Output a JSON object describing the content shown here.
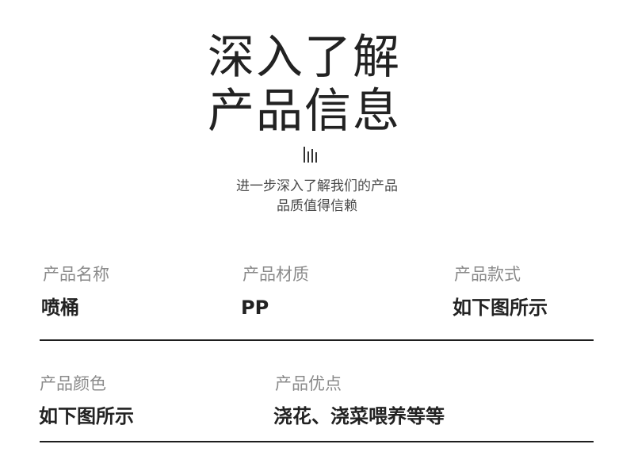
{
  "header": {
    "title_line1": "深入了解",
    "title_line2": "产品信息",
    "subtitle_line1": "进一步深入了解我们的产品",
    "subtitle_line2": "品质值得信赖"
  },
  "specs": {
    "row1": [
      {
        "label": "产品名称",
        "value": "喷桶"
      },
      {
        "label": "产品材质",
        "value": "PP"
      },
      {
        "label": "产品款式",
        "value": "如下图所示"
      }
    ],
    "row2": [
      {
        "label": "产品颜色",
        "value": "如下图所示"
      },
      {
        "label": "产品优点",
        "value": "浇花、浇菜喂养等等"
      }
    ]
  },
  "icons": {
    "header_icon": "bar-chart-icon"
  },
  "colors": {
    "title": "#222222",
    "label": "#8a8a8a",
    "divider": "#1e1e1e"
  }
}
